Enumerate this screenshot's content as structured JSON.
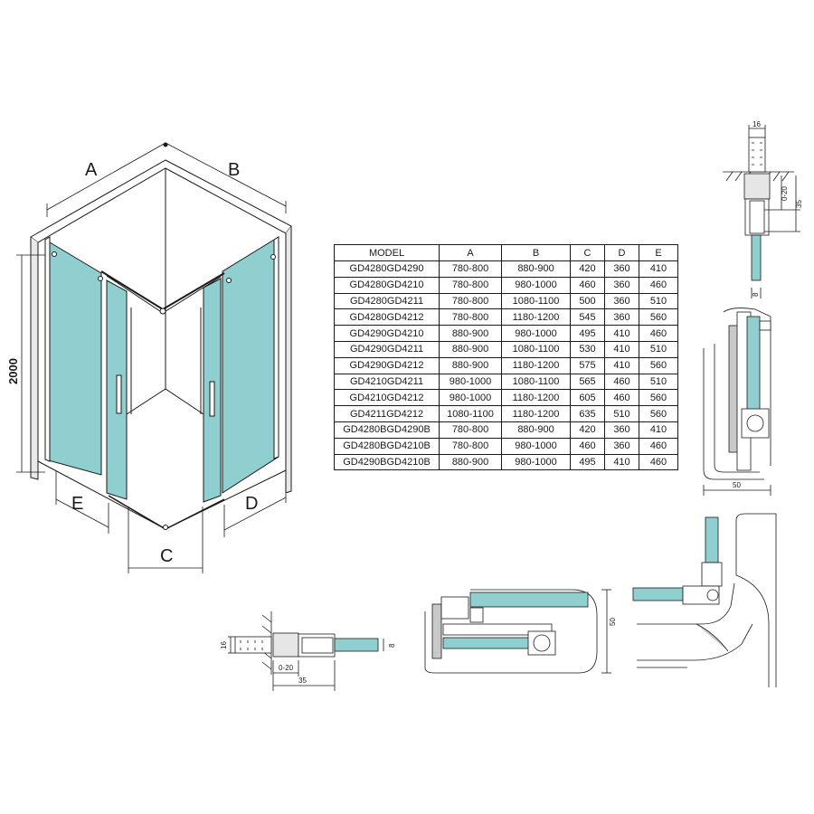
{
  "shower": {
    "label_a": "A",
    "label_b": "B",
    "label_c": "C",
    "label_d": "D",
    "label_e": "E",
    "height": "2000"
  },
  "table": {
    "headers": [
      "MODEL",
      "A",
      "B",
      "C",
      "D",
      "E"
    ],
    "rows": [
      [
        "GD4280GD4290",
        "780-800",
        "880-900",
        "420",
        "360",
        "410"
      ],
      [
        "GD4280GD4210",
        "780-800",
        "980-1000",
        "460",
        "360",
        "460"
      ],
      [
        "GD4280GD4211",
        "780-800",
        "1080-1100",
        "500",
        "360",
        "510"
      ],
      [
        "GD4280GD4212",
        "780-800",
        "1180-1200",
        "545",
        "360",
        "560"
      ],
      [
        "GD4290GD4210",
        "880-900",
        "980-1000",
        "495",
        "410",
        "460"
      ],
      [
        "GD4290GD4211",
        "880-900",
        "1080-1100",
        "530",
        "410",
        "510"
      ],
      [
        "GD4290GD4212",
        "880-900",
        "1180-1200",
        "575",
        "410",
        "560"
      ],
      [
        "GD4210GD4211",
        "980-1000",
        "1080-1100",
        "565",
        "460",
        "510"
      ],
      [
        "GD4210GD4212",
        "980-1000",
        "1180-1200",
        "605",
        "460",
        "560"
      ],
      [
        "GD4211GD4212",
        "1080-1100",
        "1180-1200",
        "635",
        "510",
        "560"
      ],
      [
        "GD4280BGD4290B",
        "780-800",
        "880-900",
        "420",
        "360",
        "410"
      ],
      [
        "GD4280BGD4210B",
        "780-800",
        "980-1000",
        "460",
        "360",
        "460"
      ],
      [
        "GD4290BGD4210B",
        "880-900",
        "980-1000",
        "495",
        "410",
        "460"
      ]
    ]
  },
  "details": {
    "top_width": "16",
    "top_adjust": "0-20",
    "top_depth": "35",
    "top_glass": "8",
    "corner_width": "50",
    "bottom_height": "16",
    "bottom_glass": "8",
    "bottom_adjust": "0-20",
    "bottom_depth": "35",
    "mid_height": "50"
  },
  "colors": {
    "glass": "#8fcfcf",
    "glass_light": "#bfe3e3",
    "profile": "#c9c9c9",
    "line": "#1a1a1a"
  }
}
